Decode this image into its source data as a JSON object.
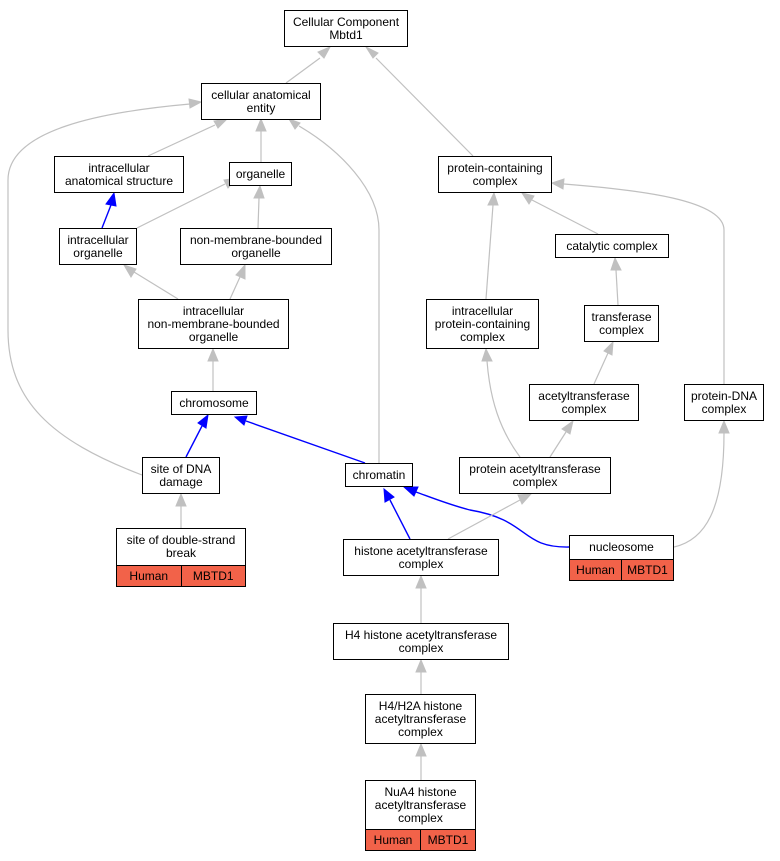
{
  "colors": {
    "is_a_edge": "#c0c0c0",
    "part_of_edge": "#0000ff",
    "annotation_fill": "#f26249"
  },
  "nodes": [
    {
      "id": "cc",
      "label": "Cellular Component\nMbtd1"
    },
    {
      "id": "cae",
      "label": "cellular anatomical\nentity"
    },
    {
      "id": "ias",
      "label": "intracellular\nanatomical structure"
    },
    {
      "id": "organelle",
      "label": "organelle"
    },
    {
      "id": "io",
      "label": "intracellular\norganelle"
    },
    {
      "id": "nmbo",
      "label": "non-membrane-bounded\norganelle"
    },
    {
      "id": "inmbo",
      "label": "intracellular\nnon-membrane-bounded\norganelle"
    },
    {
      "id": "chromosome",
      "label": "chromosome"
    },
    {
      "id": "sdd",
      "label": "site of DNA\ndamage"
    },
    {
      "id": "chromatin",
      "label": "chromatin"
    },
    {
      "id": "sdsb",
      "label": "site of double-strand\nbreak",
      "annotation": [
        "Human",
        "MBTD1"
      ]
    },
    {
      "id": "pcc",
      "label": "protein-containing\ncomplex"
    },
    {
      "id": "catalytic",
      "label": "catalytic complex"
    },
    {
      "id": "transferase",
      "label": "transferase\ncomplex"
    },
    {
      "id": "ipcc",
      "label": "intracellular\nprotein-containing\ncomplex"
    },
    {
      "id": "acetyl",
      "label": "acetyltransferase\ncomplex"
    },
    {
      "id": "pdna",
      "label": "protein-DNA\ncomplex"
    },
    {
      "id": "pac",
      "label": "protein acetyltransferase\ncomplex"
    },
    {
      "id": "nucleosome",
      "label": "nucleosome",
      "annotation": [
        "Human",
        "MBTD1"
      ]
    },
    {
      "id": "hac",
      "label": "histone acetyltransferase\ncomplex"
    },
    {
      "id": "h4hac",
      "label": "H4 histone acetyltransferase\ncomplex"
    },
    {
      "id": "h4h2a",
      "label": "H4/H2A histone\nacetyltransferase\ncomplex"
    },
    {
      "id": "nua4",
      "label": "NuA4 histone\nacetyltransferase\ncomplex",
      "annotation": [
        "Human",
        "MBTD1"
      ]
    }
  ],
  "edges": [
    {
      "from": "cae",
      "to": "cc",
      "type": "is_a"
    },
    {
      "from": "pcc",
      "to": "cc",
      "type": "is_a"
    },
    {
      "from": "ias",
      "to": "cae",
      "type": "is_a"
    },
    {
      "from": "organelle",
      "to": "cae",
      "type": "is_a"
    },
    {
      "from": "sdd",
      "to": "cae",
      "type": "is_a"
    },
    {
      "from": "chromatin",
      "to": "cae",
      "type": "is_a"
    },
    {
      "from": "io",
      "to": "ias",
      "type": "part_of"
    },
    {
      "from": "io",
      "to": "organelle",
      "type": "is_a"
    },
    {
      "from": "nmbo",
      "to": "organelle",
      "type": "is_a"
    },
    {
      "from": "inmbo",
      "to": "io",
      "type": "is_a"
    },
    {
      "from": "inmbo",
      "to": "nmbo",
      "type": "is_a"
    },
    {
      "from": "chromosome",
      "to": "inmbo",
      "type": "is_a"
    },
    {
      "from": "sdd",
      "to": "chromosome",
      "type": "part_of"
    },
    {
      "from": "chromatin",
      "to": "chromosome",
      "type": "part_of"
    },
    {
      "from": "sdsb",
      "to": "sdd",
      "type": "is_a"
    },
    {
      "from": "catalytic",
      "to": "pcc",
      "type": "is_a"
    },
    {
      "from": "ipcc",
      "to": "pcc",
      "type": "is_a"
    },
    {
      "from": "pdna",
      "to": "pcc",
      "type": "is_a"
    },
    {
      "from": "transferase",
      "to": "catalytic",
      "type": "is_a"
    },
    {
      "from": "acetyl",
      "to": "transferase",
      "type": "is_a"
    },
    {
      "from": "pac",
      "to": "acetyl",
      "type": "is_a"
    },
    {
      "from": "pac",
      "to": "ipcc",
      "type": "is_a"
    },
    {
      "from": "nucleosome",
      "to": "pdna",
      "type": "is_a"
    },
    {
      "from": "nucleosome",
      "to": "chromatin",
      "type": "part_of"
    },
    {
      "from": "hac",
      "to": "chromatin",
      "type": "part_of"
    },
    {
      "from": "hac",
      "to": "pac",
      "type": "is_a"
    },
    {
      "from": "h4hac",
      "to": "hac",
      "type": "is_a"
    },
    {
      "from": "h4h2a",
      "to": "h4hac",
      "type": "is_a"
    },
    {
      "from": "nua4",
      "to": "h4h2a",
      "type": "is_a"
    }
  ]
}
